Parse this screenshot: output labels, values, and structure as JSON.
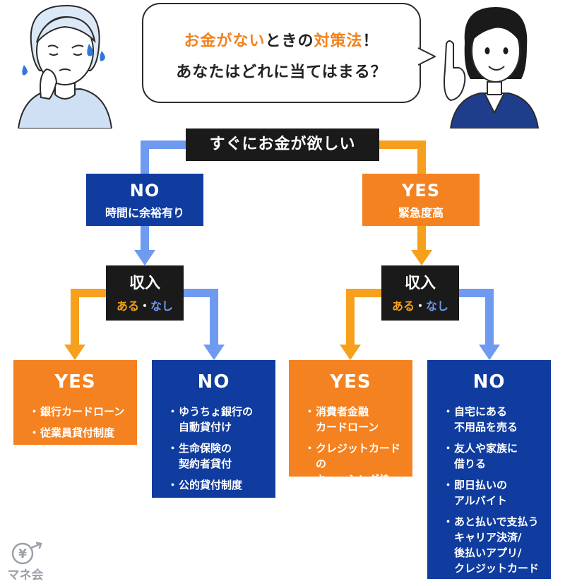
{
  "bubble": {
    "line1": [
      {
        "text": "お金がない",
        "highlight": true
      },
      {
        "text": "ときの",
        "highlight": false
      },
      {
        "text": "対策法",
        "highlight": true
      },
      {
        "text": "！",
        "highlight": false
      }
    ],
    "line2": "あなたはどれに当てはまる？"
  },
  "root": "すぐにお金が欲しい",
  "left": {
    "title": "NO",
    "subtitle": "時間に余裕有り",
    "income": {
      "title": "収入",
      "aru": "ある",
      "sep": "・",
      "nashi": "なし"
    },
    "yes": {
      "title": "YES",
      "items": [
        "銀行カードローン",
        "従業員貸付制度"
      ]
    },
    "no": {
      "title": "NO",
      "items": [
        "ゆうちょ銀行の\n自動貸付け",
        "生命保険の\n契約者貸付",
        "公的貸付制度"
      ]
    }
  },
  "right": {
    "title": "YES",
    "subtitle": "緊急度高",
    "income": {
      "title": "収入",
      "aru": "ある",
      "sep": "・",
      "nashi": "なし"
    },
    "yes": {
      "title": "YES",
      "items": [
        "消費者金融\nカードローン",
        "クレジットカードの\nキャッシング枠"
      ]
    },
    "no": {
      "title": "NO",
      "items": [
        "自宅にある\n不用品を売る",
        "友人や家族に\n借りる",
        "即日払いの\nアルバイト",
        "あと払いで支払う\nキャリア決済/\n後払いアプリ/\nクレジットカード"
      ]
    }
  },
  "bullet": "・",
  "watermark": {
    "symbol": "¥",
    "text": "マネ会"
  },
  "colors": {
    "navy": "#0f3c9e",
    "orange": "#f58220",
    "blue_line": "#6e9af0",
    "orange_line": "#f6a01d",
    "black": "#1a1a1a"
  }
}
